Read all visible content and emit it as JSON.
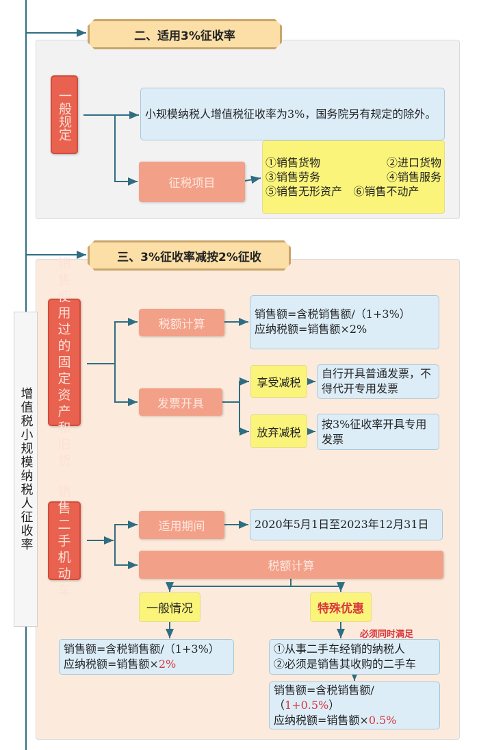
{
  "side_label": "增值税小规模纳税人征收率",
  "section2": {
    "banner": "二、适用3%征收率",
    "general_rule": "一般规定",
    "rule_text": "小规模纳税人增值税征收率为3%，国务院另有规定的除外。",
    "tax_items_label": "征税项目",
    "tax_items": [
      "①销售货物",
      "②进口货物",
      "③销售劳务",
      "④销售服务",
      "⑤销售无形资产",
      "⑥销售不动产"
    ]
  },
  "section3": {
    "banner": "三、3%征收率减按2%征收",
    "used_assets": {
      "label": "销售使用过的固定资产和旧货",
      "calc_label": "税额计算",
      "calc_line1": "销售额=含税销售额/（1+3%）",
      "calc_line2": "应纳税额=销售额×2%",
      "invoice_label": "发票开具",
      "enjoy_label": "享受减税",
      "enjoy_text": "自行开具普通发票，不得代开专用发票",
      "waive_label": "放弃减税",
      "waive_text": "按3%征收率开具专用发票"
    },
    "used_cars": {
      "label": "销售二手机动车",
      "period_label": "适用期间",
      "period_text": "2020年5月1日至2023年12月31日",
      "calc_label": "税额计算",
      "general_label": "一般情况",
      "general_line1": "销售额=含税销售额/（1+3%）",
      "general_line2_prefix": "应纳税额=销售额×",
      "general_line2_rate": "2%",
      "special_label": "特殊优惠",
      "special_note": "必须同时满足",
      "cond1": "①从事二手车经销的纳税人",
      "cond2": "②必须是销售其收购的二手车",
      "special_line1_prefix": "销售额=含税销售额/（",
      "special_line1_rate": "1+0.5%",
      "special_line1_suffix": "）",
      "special_line2_prefix": "应纳税额=销售额×",
      "special_line2_rate": "0.5%"
    }
  },
  "colors": {
    "accent_line": "#2f6d82",
    "highlight": "#d9363e"
  }
}
